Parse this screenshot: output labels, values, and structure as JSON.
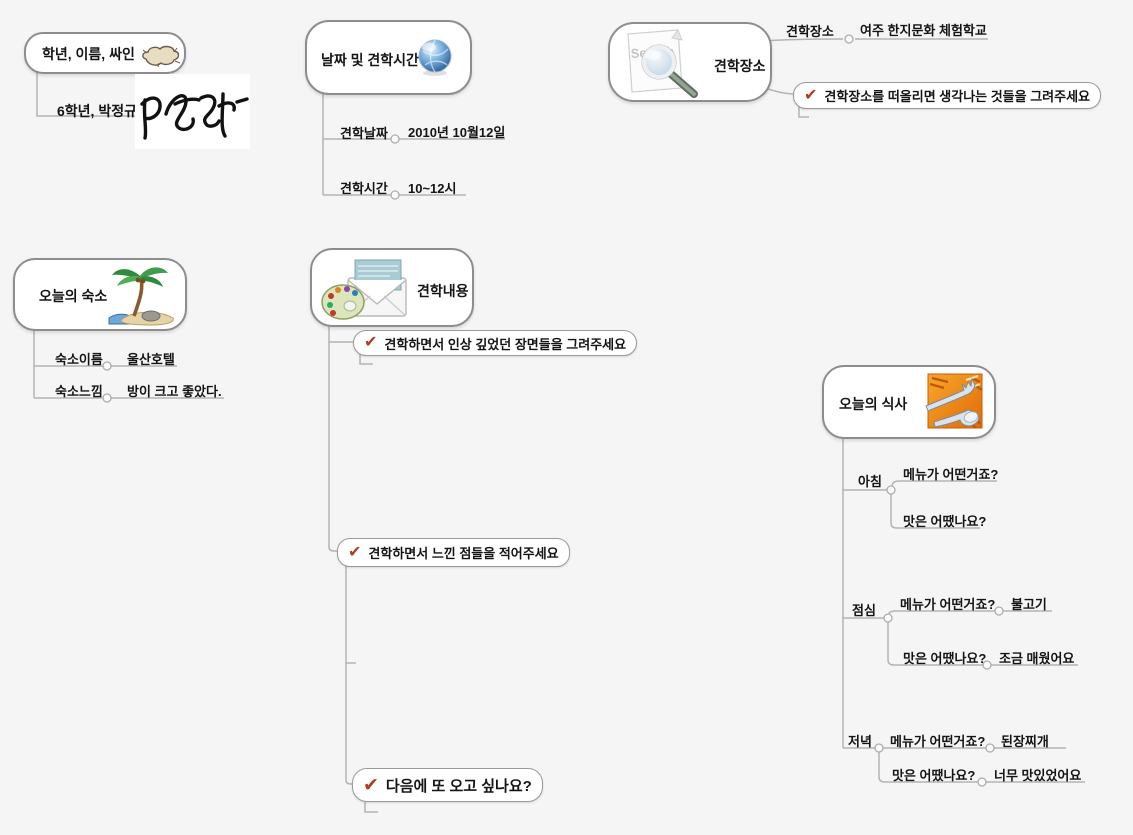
{
  "colors": {
    "background": "#f5f5f5",
    "line": "#b3b3b3",
    "box_border": "#8d8d8d",
    "check": "#b33a27",
    "text": "#141414"
  },
  "check_glyph": "✔",
  "nodes": {
    "profile": {
      "title": "학년, 이름, 싸인",
      "icon": "cloud-scribble-icon",
      "child_label": "6학년, 박정규",
      "signature": "handwritten-signature"
    },
    "datetime": {
      "title": "날짜 및 견학시간",
      "icon": "globe-icon",
      "rows": [
        {
          "label": "견학날짜",
          "value": "2010년 10월12일"
        },
        {
          "label": "견학시간",
          "value": "10~12시"
        }
      ]
    },
    "place": {
      "title": "견학장소",
      "icon": "search-icon",
      "row": {
        "label": "견학장소",
        "value": "여주 한지문화 체험학교"
      },
      "task": "견학장소를 떠올리면 생각나는 것들을 그려주세요"
    },
    "lodging": {
      "title": "오늘의 숙소",
      "icon": "palm-beach-icon",
      "rows": [
        {
          "label": "숙소이름",
          "value": "울산호텔"
        },
        {
          "label": "숙소느낌",
          "value": "방이 크고 좋았다."
        }
      ]
    },
    "content": {
      "title": "견학내용",
      "icon": "mail-palette-icon",
      "tasks": [
        {
          "label": "견학하면서 인상 깊었던 장면들을 그려주세요"
        },
        {
          "label": "견학하면서 느낀 점들을 적어주세요"
        },
        {
          "label": "다음에 또 오고 싶나요?"
        }
      ]
    },
    "meals": {
      "title": "오늘의 식사",
      "icon": "fork-spoon-icon",
      "groups": [
        {
          "label": "아침",
          "menu_q": "메뉴가 어떤거죠?",
          "menu_a": "",
          "taste_q": "맛은 어땠나요?",
          "taste_a": ""
        },
        {
          "label": "점심",
          "menu_q": "메뉴가 어떤거죠?",
          "menu_a": "불고기",
          "taste_q": "맛은 어땠나요?",
          "taste_a": "조금 매웠어요"
        },
        {
          "label": "저녁",
          "menu_q": "메뉴가 어떤거죠?",
          "menu_a": "된장찌개",
          "taste_q": "맛은 어땠나요?",
          "taste_a": "너무 맛있었어요"
        }
      ]
    }
  }
}
